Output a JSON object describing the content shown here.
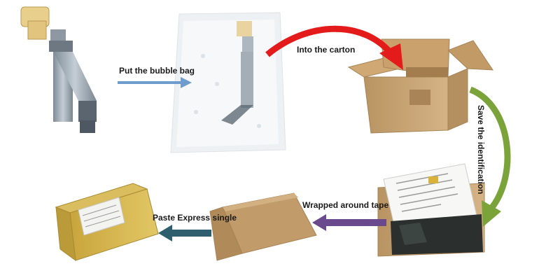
{
  "steps": {
    "bubble_bag": "Put the bubble bag",
    "carton": "Into the carton",
    "identification": "Save the identification",
    "tape": "Wrapped around tape",
    "express": "Paste Express single"
  },
  "colors": {
    "blue_arrow": "#6f9ccc",
    "red_arrow": "#e31b1b",
    "green_arrow": "#7aa43a",
    "purple_arrow": "#6a4a8c",
    "teal_arrow": "#2e5f6e",
    "cardboard": "#c9a36f",
    "tape_yellow": "#d6b64a"
  },
  "icons": [
    "ignition-coil",
    "bubble-bag",
    "open-carton",
    "carton-with-label",
    "taped-box",
    "express-package"
  ]
}
